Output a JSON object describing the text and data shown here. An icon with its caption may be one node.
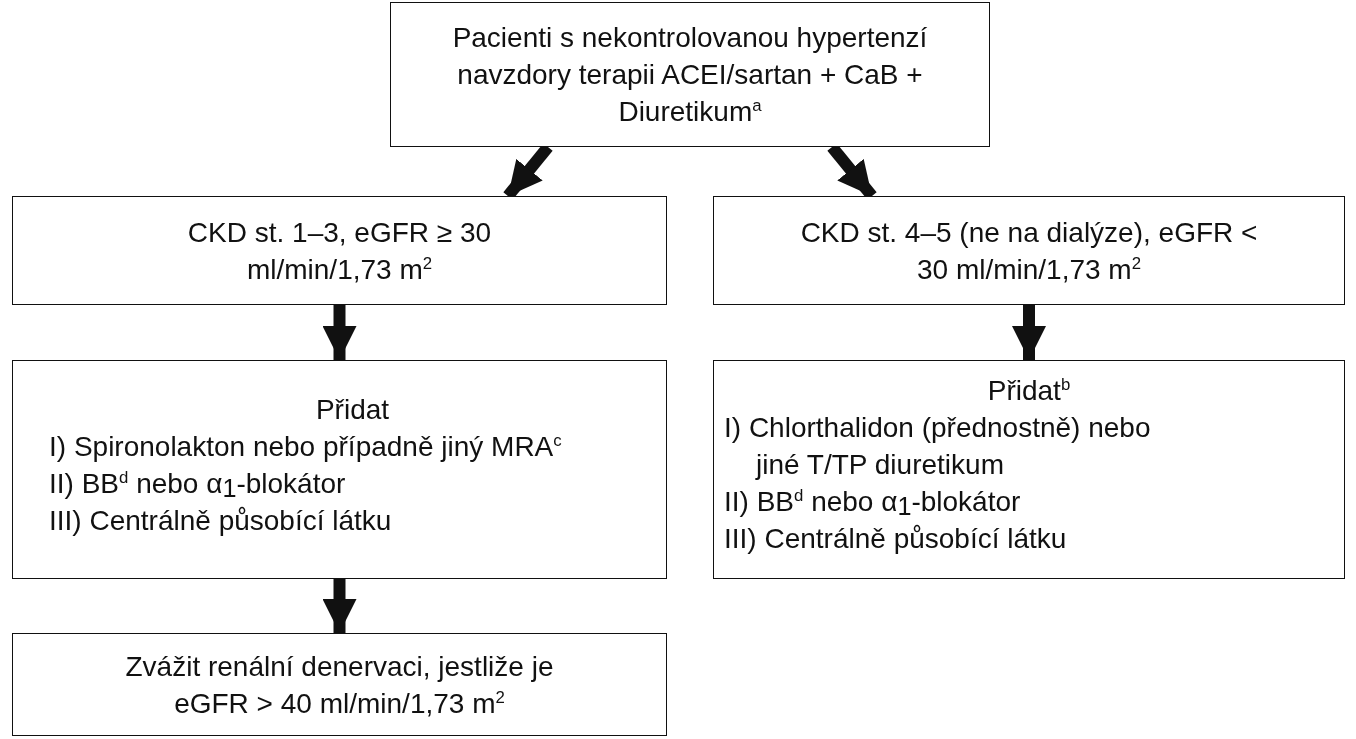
{
  "diagram": {
    "nodes": [
      {
        "text": [
          "Pacienti s nekontrolovanou hypertenzí navzdory terapii ACEI/sartan + CaB + Diuretikum$^{a}$"
        ]
      },
      {
        "text": [
          "CKD st. 1–3, eGFR ≥ 30 ml/min/1,73 m$^{2}$"
        ]
      },
      {
        "text": [
          "CKD st. 4–5 (ne na dialýze), eGFR < 30 ml/min/1,73 m$^{2}$"
        ]
      },
      {
        "text": [
          "Přidat",
          "I) Spironolakton nebo případně jiný MRA$^{c}$",
          "II) BB$^{d}$ nebo α$_{1}$-blokátor",
          "III) Centrálně působící látku"
        ]
      },
      {
        "text": [
          "Přidat$^{b}$",
          "I) Chlorthalidon (přednostně) nebo jiné T/TP diuretikum",
          "II) BB$^{d}$ nebo α$_{1}$-blokátor",
          "III) Centrálně působící látku"
        ]
      },
      {
        "text": [
          "Zvážit renální denervaci, jestliže je eGFR > 40 ml/min/1,73 m$^{2}$"
        ]
      }
    ],
    "edges": [
      {
        "from": 0,
        "to": 1,
        "arrow": "to"
      },
      {
        "from": 0,
        "to": 2,
        "arrow": "to"
      },
      {
        "from": 1,
        "to": 3,
        "arrow": "to"
      },
      {
        "from": 2,
        "to": 4,
        "arrow": "to"
      },
      {
        "from": 3,
        "to": 5,
        "arrow": "to"
      }
    ]
  }
}
